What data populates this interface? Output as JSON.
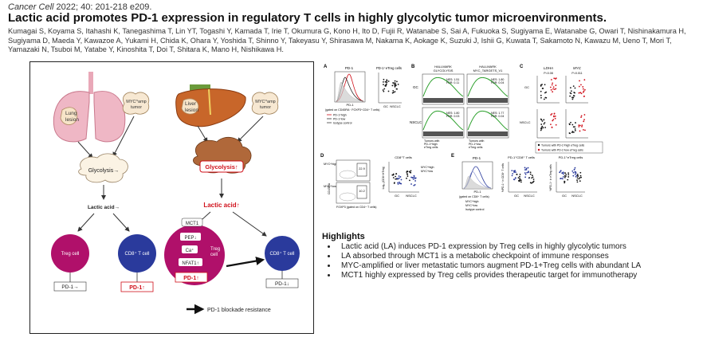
{
  "header": {
    "journal": "Cancer Cell",
    "citation": " 2022; 40: 201-218 e209.",
    "title": "Lactic acid promotes PD-1 expression in regulatory T cells in highly glycolytic tumor microenvironments.",
    "authors": "Kumagai S, Koyama S, Itahashi K, Tanegashima T, Lin YT, Togashi Y, Kamada T, Irie T, Okumura G, Kono H, Ito D, Fujii R, Watanabe S, Sai A, Fukuoka S, Sugiyama E, Watanabe G, Owari T, Nishinakamura H, Sugiyama D, Maeda Y, Kawazoe A, Yukami H, Chida K, Ohara Y, Yoshida T, Shinno Y, Takeyasu Y, Shirasawa M, Nakama K, Aokage K, Suzuki J, Ishii G, Kuwata T, Sakamoto N, Kawazu M, Ueno T, Mori T, Yamazaki N, Tsuboi M, Yatabe Y, Kinoshita T, Doi T, Shitara K, Mano H, Nishikawa H."
  },
  "graphical_abstract": {
    "lung_lesion": "Lung\nlesion",
    "liver_lesion": "Liver\nlesion",
    "myc_tumor": "MYC^amp\ntumor",
    "glycolysis_left": "Glycolysis→",
    "glycolysis_right": "Glycolysis↑",
    "lactic_left": "Lactic acid→",
    "lactic_right": "Lactic acid↑",
    "treg": "Treg cell",
    "cd8": "CD8⁺ T cell",
    "pd1_left_treg": "PD-1→",
    "pd1_left_cd8": "PD-1↑",
    "pd1_right_treg": "PD-1↑",
    "pd1_right_cd8": "PD-1↓",
    "mct1": "MCT1",
    "pep": "PEP↓",
    "ca": "Ca⁺",
    "nfat": "NFAT1↑",
    "treg_cell_label": "Treg\ncell",
    "legend": "PD-1 blockade resistance",
    "colors": {
      "treg": "#b0106a",
      "cd8": "#2a3a9c",
      "red": "#d0101a",
      "lung": "#e9a8b8",
      "liver": "#c8662a"
    }
  },
  "figure_panels": {
    "A": {
      "label": "A",
      "title": "PD-1",
      "title2": "PD-1⁺eTreg cells",
      "legend": [
        "PD-1^high",
        "PD-1^low",
        "Isotype control"
      ],
      "xlabel": "PD-1",
      "note": "(gated on CD45RA⁻ FOXP3⁺CD4⁺ T cells)",
      "ylabel": "%PD-1⁺ in eTreg cells",
      "cats": [
        "GC",
        "NSCLC"
      ]
    },
    "B": {
      "label": "B",
      "col1": "HALLMARK\nGLYCOLYSIS",
      "col2": "HALLMARK\nMYC_TARGETS_V1",
      "rows": [
        "GC",
        "NSCLC"
      ],
      "stats": [
        "NES: 1.51\nFDR: 0.11",
        "NES: 1.80\nFDR: 0.04",
        "NES: 1.80\nFDR: 0.03",
        "NES: 1.77\nFDR: 0.04"
      ],
      "footer1": "Tumors with\nPD-1^high\neTreg cells",
      "footer2": "Tumors with\nPD-1^low\neTreg cells"
    },
    "C": {
      "label": "C",
      "genes": [
        "LDHA",
        "MYC"
      ],
      "rows": [
        "GC",
        "NSCLC"
      ],
      "ylabel": "FPKM",
      "pvals": [
        "P=0.08",
        "P=0.011"
      ],
      "legend": [
        "Tumors with PD-1^high eTreg cells",
        "Tumors with PD-1^low eTreg cells"
      ]
    },
    "D": {
      "label": "D",
      "rows": [
        "MYC^high",
        "MYC^low"
      ],
      "values": [
        "22.9",
        "10.2"
      ],
      "xlabel": "FOXP3 (gated on CD4⁺ T cells)",
      "ylabel": "CD45RA",
      "title": "CD8⁺T cells",
      "ylabel2": "Log₁₀(CD8⁺/eTreg)",
      "cats": [
        "GC",
        "NSCLC"
      ],
      "legend": [
        "MYC^high",
        "MYC^low"
      ]
    },
    "E": {
      "label": "E",
      "title": "PD-1",
      "xlabel": "PD-1",
      "note": "(gated on CD8⁺ T cells)",
      "legend": [
        "MYC^high",
        "MYC^low",
        "Isotype control"
      ],
      "t1": "PD-1⁺CD8⁺ T cells",
      "t2": "PD-1⁺eTreg cells",
      "ylab1": "%PD-1⁺ in CD8⁺ T cells",
      "ylab2": "%PD-1⁺ in eTreg cells",
      "cats": [
        "GC",
        "NSCLC"
      ]
    }
  },
  "highlights": {
    "heading": "Highlights",
    "items": [
      "Lactic acid (LA) induces PD-1 expression by Treg cells in highly glycolytic tumors",
      "LA absorbed through MCT1 is a metabolic checkpoint of immune responses",
      "MYC-amplified or liver metastatic tumors augment PD-1+Treg cells with abundant LA",
      "MCT1 highly expressed by Treg cells provides therapeutic target for immunotherapy"
    ]
  }
}
